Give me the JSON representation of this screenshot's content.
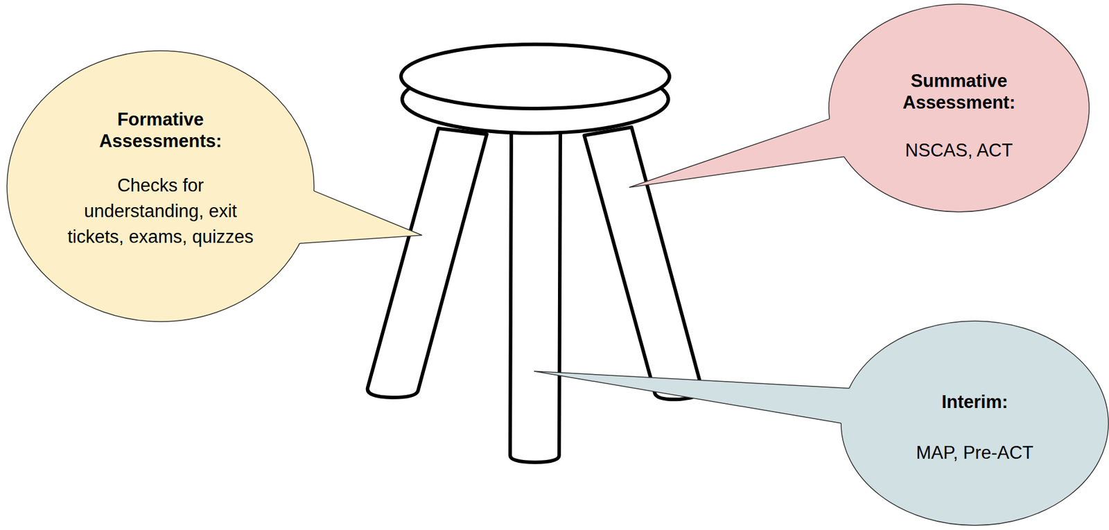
{
  "diagram": {
    "nodes": [
      {
        "text": [
          "Formative Assessments:",
          "Checks for understanding, exit tickets, exams, quizzes"
        ]
      },
      {
        "text": [
          "Summative Assessment:",
          "NSCAS, ACT"
        ]
      },
      {
        "text": [
          "Interim:",
          "MAP, Pre-ACT"
        ]
      }
    ]
  }
}
